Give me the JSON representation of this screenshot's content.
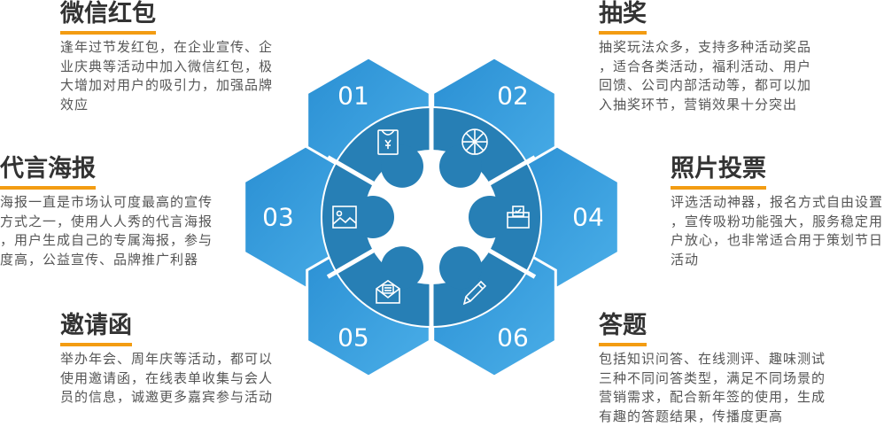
{
  "items": [
    {
      "number": "01",
      "title": "微信红包",
      "icon": "red-envelope-icon",
      "lines": [
        "逢年过节发红包，在企业宣传、企",
        "业庆典等活动中加入微信红包，极",
        "大增加对用户的吸引力，加强品牌",
        "效应"
      ]
    },
    {
      "number": "02",
      "title": "抽奖",
      "icon": "lottery-wheel-icon",
      "lines": [
        "抽奖玩法众多，支持多种活动奖品",
        "，适合各类活动，福利活动、用户",
        "回馈、公司内部活动等，都可以加",
        "入抽奖环节，营销效果十分突出"
      ]
    },
    {
      "number": "03",
      "title": "代言海报",
      "icon": "image-icon",
      "lines": [
        "海报一直是市场认可度最高的宣传",
        "方式之一，使用人人秀的代言海报",
        "，用户生成自己的专属海报，参与",
        "度高，公益宣传、品牌推广利器"
      ]
    },
    {
      "number": "04",
      "title": "照片投票",
      "icon": "ballot-box-icon",
      "lines": [
        "评选活动神器，报名方式自由设置",
        "，宣传吸粉功能强大，服务稳定用",
        "户放心，也非常适合用于策划节日",
        "活动"
      ]
    },
    {
      "number": "05",
      "title": "邀请函",
      "icon": "envelope-icon",
      "lines": [
        "举办年会、周年庆等活动，都可以",
        "使用邀请函，在线表单收集与会人",
        "员的信息，诚邀更多嘉宾参与活动"
      ]
    },
    {
      "number": "06",
      "title": "答题",
      "icon": "pencil-icon",
      "lines": [
        "包括知识问答、在线测评、趣味测试",
        "三种不同问答类型，满足不同场景的",
        "营销需求，配合新年签的使用，生成",
        "有趣的答题结果，传播度更高"
      ]
    }
  ],
  "colors": {
    "hex_light": "#4aaee8",
    "hex_dark": "#2a8fd3",
    "circle": "#277fb5",
    "accent": "#f39c12"
  }
}
